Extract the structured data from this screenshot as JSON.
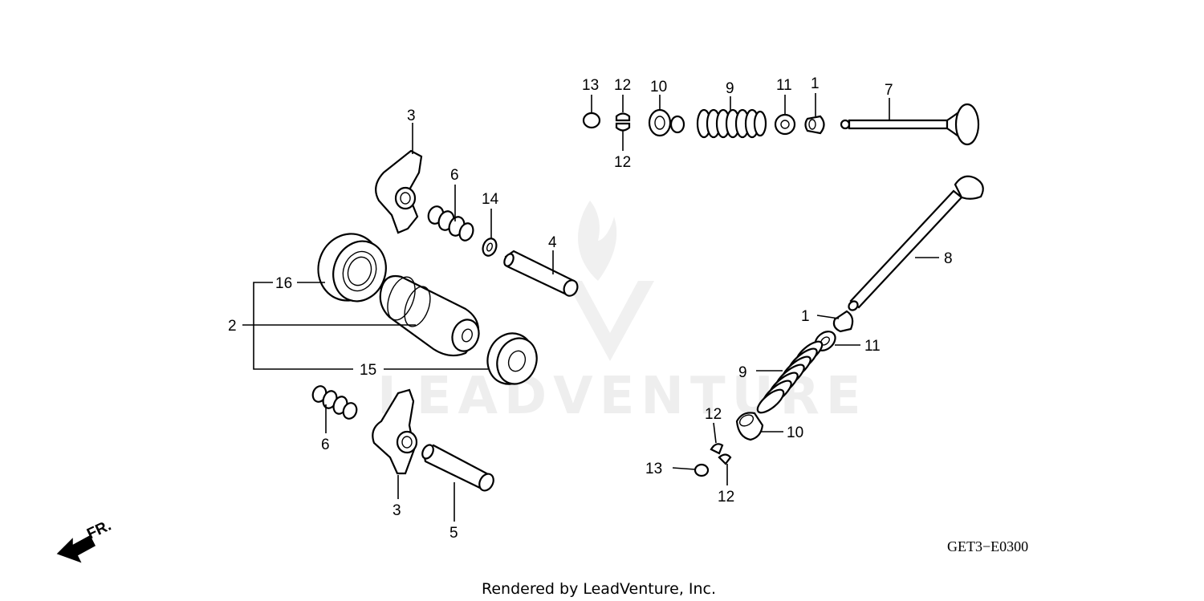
{
  "diagram": {
    "callouts": {
      "c1a": "1",
      "c1b": "1",
      "c2": "2",
      "c3a": "3",
      "c3b": "3",
      "c4": "4",
      "c5": "5",
      "c6a": "6",
      "c6b": "6",
      "c7": "7",
      "c8": "8",
      "c9a": "9",
      "c9b": "9",
      "c10a": "10",
      "c10b": "10",
      "c11a": "11",
      "c11b": "11",
      "c12a": "12",
      "c12b": "12",
      "c12c": "12",
      "c12d": "12",
      "c13a": "13",
      "c13b": "13",
      "c14": "14",
      "c15": "15",
      "c16": "16"
    },
    "direction_label": "FR.",
    "diagram_code": "GET3−E0300",
    "watermark": "LEADVENTURE",
    "footer": "Rendered by LeadVenture, Inc."
  }
}
